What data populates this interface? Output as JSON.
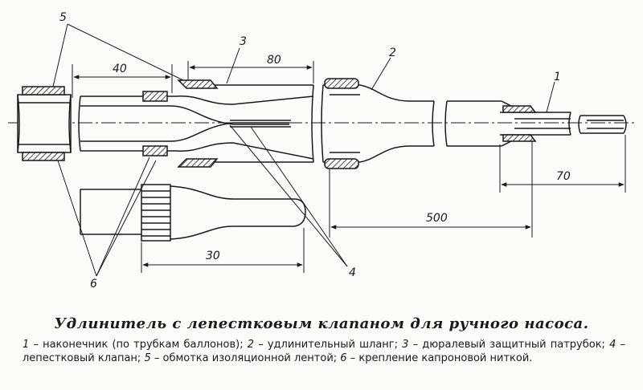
{
  "dimensions": {
    "d40": "40",
    "d80": "80",
    "d70": "70",
    "d500": "500",
    "d30": "30"
  },
  "callouts": {
    "c1": "1",
    "c2": "2",
    "c3": "3",
    "c4": "4",
    "c5": "5",
    "c6": "6"
  },
  "caption": {
    "title": "Удлинитель с лепестковым клапаном для ручного насоса.",
    "items": [
      {
        "num": "1",
        "text": "– наконечник (по трубкам баллонов);"
      },
      {
        "num": "2",
        "text": "– удлинительный шланг;"
      },
      {
        "num": "3",
        "text": "– дюралевый защитный патрубок;"
      },
      {
        "num": "4",
        "text": "– лепестковый клапан;"
      },
      {
        "num": "5",
        "text": "– обмотка изоляционной лентой;"
      },
      {
        "num": "6",
        "text": "– крепление капроновой ниткой."
      }
    ]
  }
}
